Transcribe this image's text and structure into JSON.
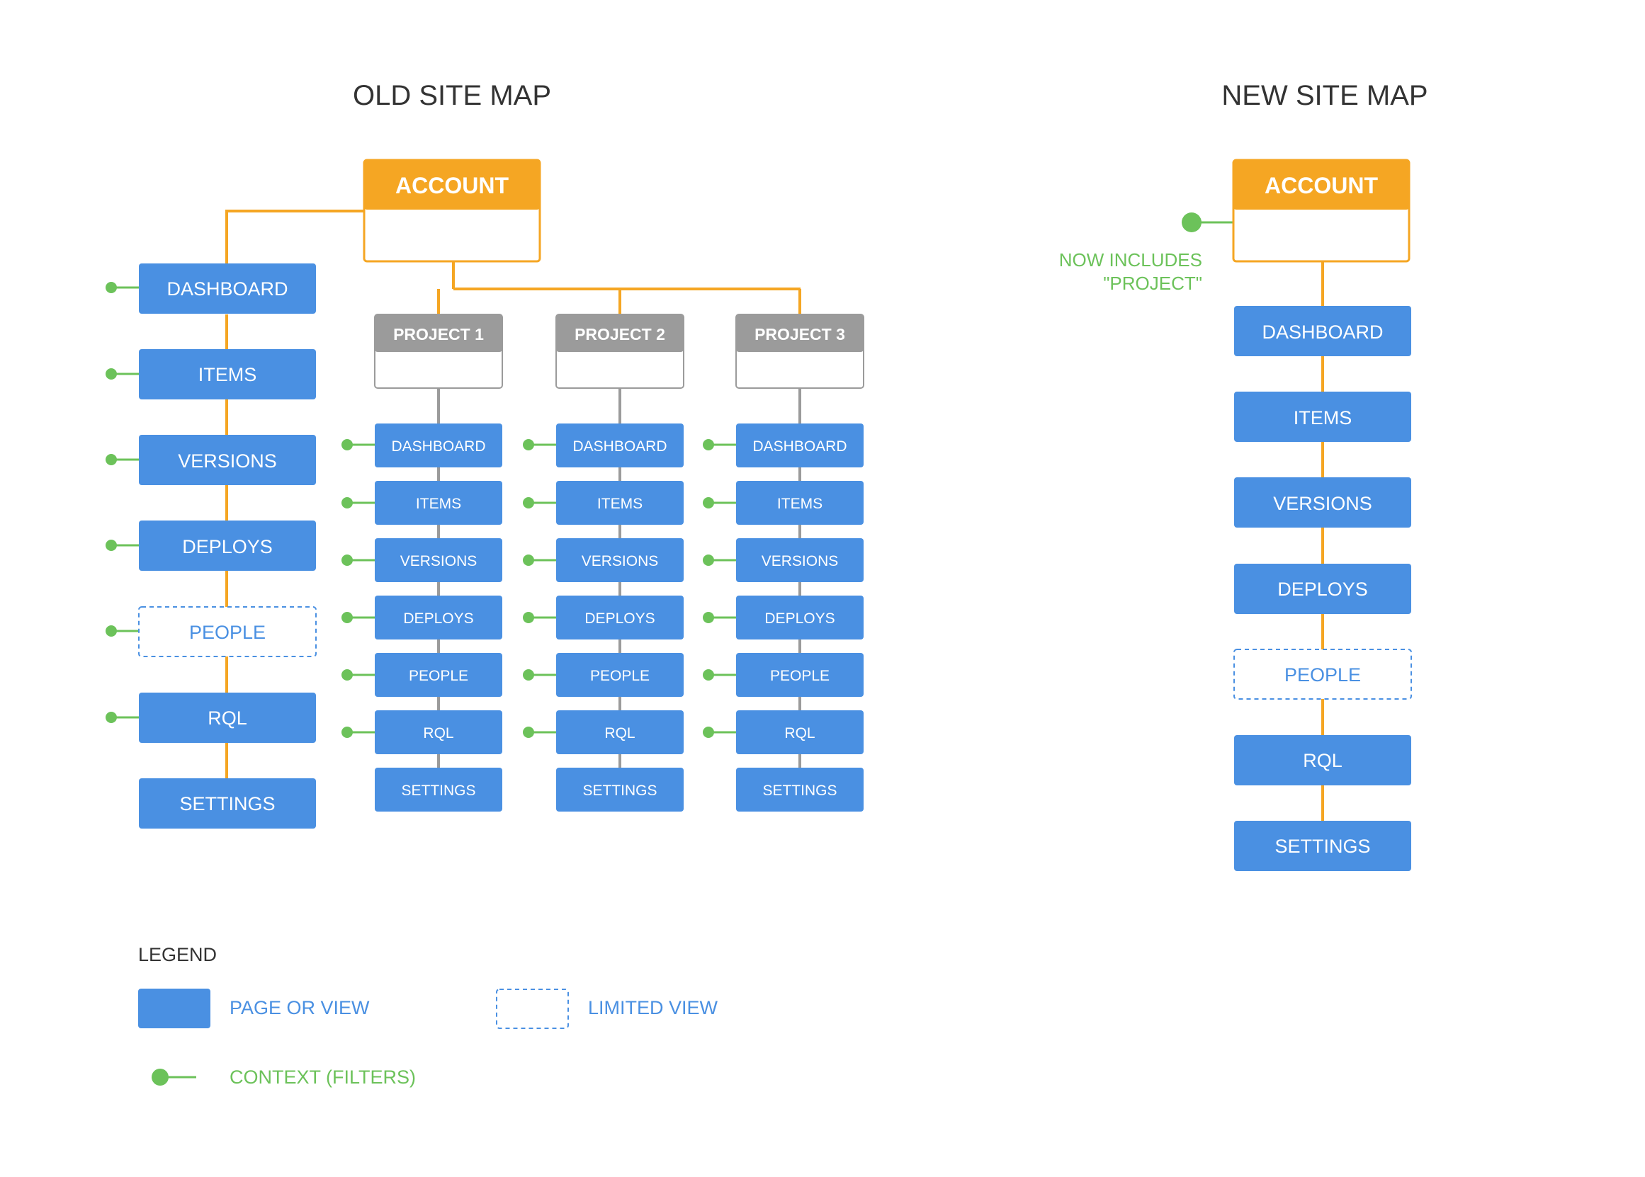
{
  "old_map": {
    "title": "OLD SITE MAP",
    "account_label": "ACCOUNT",
    "account_pages": [
      "DASHBOARD",
      "ITEMS",
      "VERSIONS",
      "DEPLOYS",
      "PEOPLE",
      "RQL",
      "SETTINGS"
    ],
    "projects": [
      {
        "label": "PROJECT 1",
        "pages": [
          "DASHBOARD",
          "ITEMS",
          "VERSIONS",
          "DEPLOYS",
          "PEOPLE",
          "RQL",
          "SETTINGS"
        ]
      },
      {
        "label": "PROJECT 2",
        "pages": [
          "DASHBOARD",
          "ITEMS",
          "VERSIONS",
          "DEPLOYS",
          "PEOPLE",
          "RQL",
          "SETTINGS"
        ]
      },
      {
        "label": "PROJECT 3",
        "pages": [
          "DASHBOARD",
          "ITEMS",
          "VERSIONS",
          "DEPLOYS",
          "PEOPLE",
          "RQL",
          "SETTINGS"
        ]
      }
    ]
  },
  "new_map": {
    "title": "NEW SITE MAP",
    "account_label": "ACCOUNT",
    "note_line1": "NOW INCLUDES",
    "note_line2": "\"PROJECT\"",
    "pages": [
      "DASHBOARD",
      "ITEMS",
      "VERSIONS",
      "DEPLOYS",
      "PEOPLE",
      "RQL",
      "SETTINGS"
    ]
  },
  "legend": {
    "title": "LEGEND",
    "page_or_view": "PAGE OR VIEW",
    "limited_view": "LIMITED VIEW",
    "context": "CONTEXT (FILTERS)"
  },
  "colors": {
    "page_blue": "#4A90E2",
    "account_orange": "#F5A623",
    "project_gray": "#9B9B9B",
    "context_green": "#6CC25A",
    "title_dark": "#333333"
  }
}
